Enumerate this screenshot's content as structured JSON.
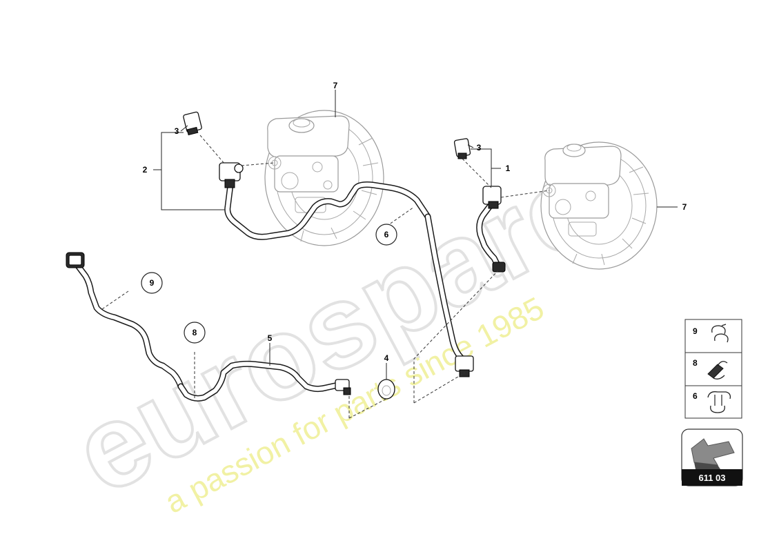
{
  "watermark": {
    "brand": "eurospares",
    "tagline": "a passion for parts since 1985"
  },
  "callouts": {
    "c1": "1",
    "c2": "2",
    "c3a": "3",
    "c3b": "3",
    "c4": "4",
    "c5": "5",
    "c6": "6",
    "c7a": "7",
    "c7b": "7",
    "c8": "8",
    "c9": "9"
  },
  "legend": {
    "rows": [
      {
        "number": "9",
        "icon": "clip-icon-9"
      },
      {
        "number": "8",
        "icon": "clip-icon-8"
      },
      {
        "number": "6",
        "icon": "clip-icon-6"
      }
    ]
  },
  "badge": {
    "code": "611 03",
    "icon": "arrow-icon"
  }
}
